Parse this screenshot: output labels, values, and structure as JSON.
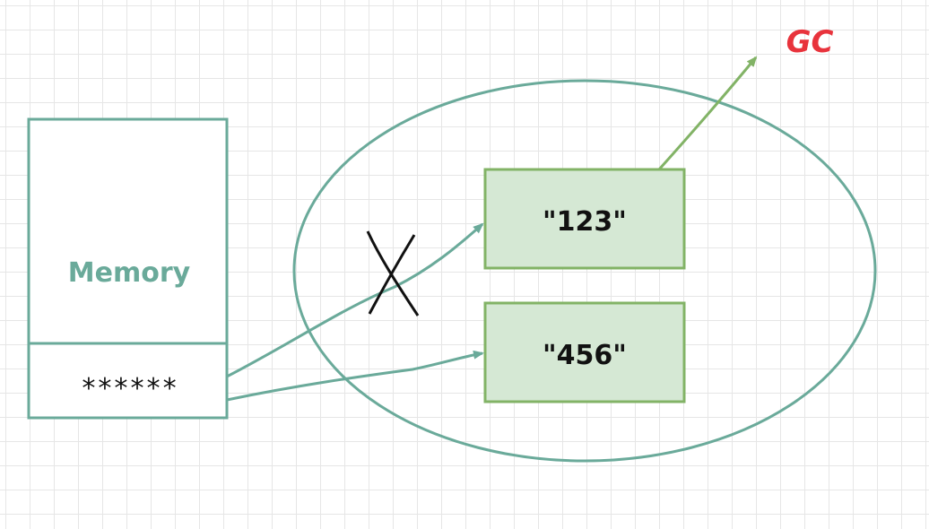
{
  "memory": {
    "title": "Memory",
    "pointer_value": "******"
  },
  "heap": {
    "objects": [
      {
        "value": "\"123\""
      },
      {
        "value": "\"456\""
      }
    ]
  },
  "gc": {
    "label": "GC"
  },
  "colors": {
    "teal": "#6aaa9a",
    "green_fill": "#d5e8d4",
    "green_stroke": "#82b366",
    "gc_red": "#e8333c"
  }
}
